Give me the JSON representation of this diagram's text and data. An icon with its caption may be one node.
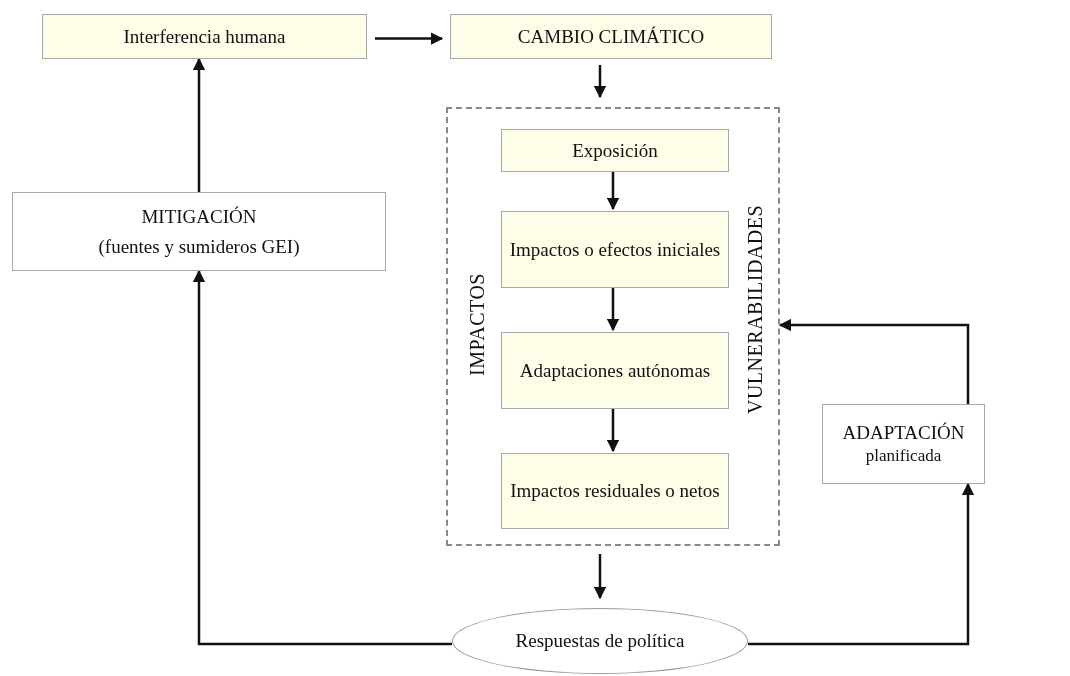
{
  "diagram": {
    "nodes": [
      {
        "text": [
          "Interferencia humana"
        ]
      },
      {
        "text": [
          "CAMBIO CLIMÁTICO"
        ]
      },
      {
        "text": [
          "IMPACTOS",
          "VULNERABILIDADES"
        ]
      },
      {
        "text": [
          "Exposición"
        ],
        "in": 2
      },
      {
        "text": [
          "Impactos o efectos iniciales"
        ],
        "in": 2
      },
      {
        "text": [
          "Adaptaciones autónomas"
        ],
        "in": 2
      },
      {
        "text": [
          "Impactos residuales o netos"
        ],
        "in": 2
      },
      {
        "text": [
          "MITIGACIÓN",
          "(fuentes y sumideros GEI)"
        ]
      },
      {
        "text": [
          "ADAPTACIÓN",
          "planificada"
        ]
      },
      {
        "text": [
          "Respuestas de política"
        ]
      }
    ],
    "edges": [
      {
        "from": 0,
        "to": 1,
        "arrow": "to"
      },
      {
        "from": 1,
        "to": 2,
        "arrow": "to"
      },
      {
        "from": 3,
        "to": 4,
        "arrow": "to"
      },
      {
        "from": 4,
        "to": 5,
        "arrow": "to"
      },
      {
        "from": 5,
        "to": 6,
        "arrow": "to"
      },
      {
        "from": 2,
        "to": 9,
        "arrow": "to"
      },
      {
        "from": 9,
        "to": 7,
        "arrow": "to"
      },
      {
        "from": 7,
        "to": 0,
        "arrow": "to"
      },
      {
        "from": 9,
        "to": 8,
        "arrow": "to"
      },
      {
        "from": 8,
        "to": 2,
        "arrow": "to"
      }
    ]
  }
}
